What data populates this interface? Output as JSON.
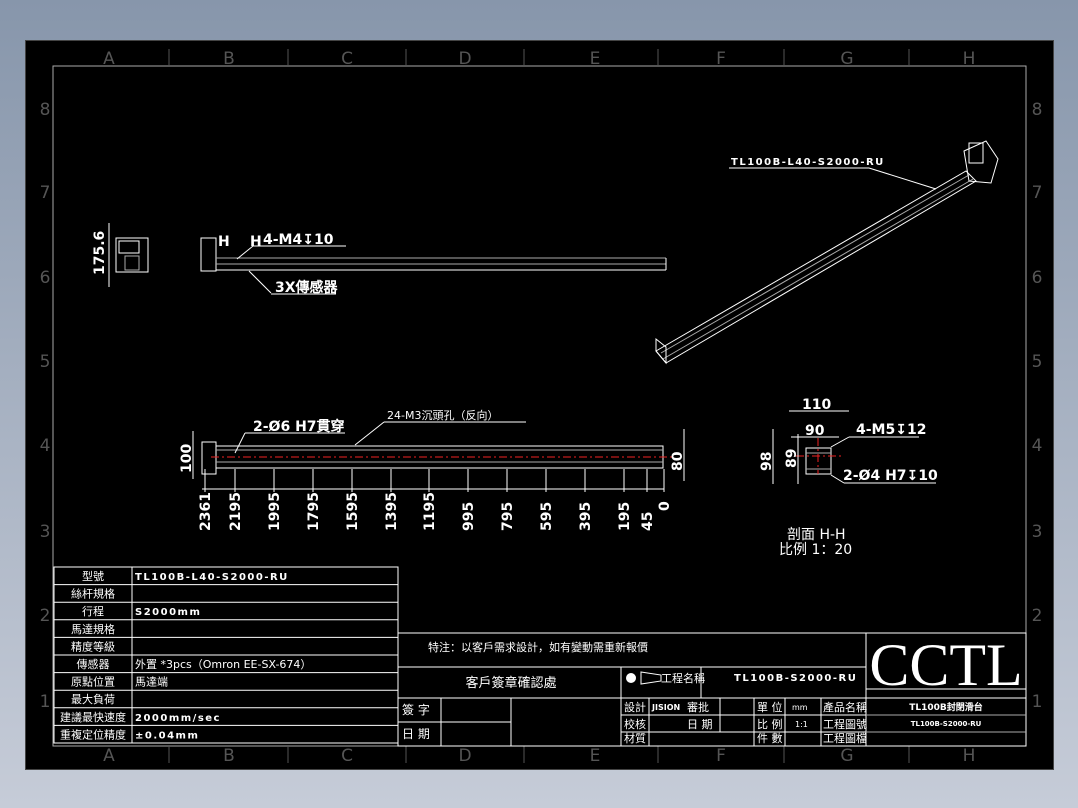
{
  "grid": {
    "columns": [
      "A",
      "B",
      "C",
      "D",
      "E",
      "F",
      "G",
      "H"
    ],
    "rows": [
      "8",
      "7",
      "6",
      "5",
      "4",
      "3",
      "2",
      "1"
    ]
  },
  "iso_view": {
    "label": "TL100B-L40-S2000-RU"
  },
  "top_view": {
    "height_dim": "175.6",
    "section_mark_left": "H",
    "section_mark_right": "H",
    "hole_note": "4-M4↧10",
    "sensor_note": "3X傳感器"
  },
  "front_view": {
    "pin_note": "2-Ø6 H7貫穿",
    "hole_note": "24-M3沉頭孔（反向）",
    "height_left": "100",
    "height_right": "80",
    "positions": [
      "2361",
      "2195",
      "1995",
      "1795",
      "1595",
      "1395",
      "1195",
      "995",
      "795",
      "595",
      "395",
      "195",
      "45",
      "0"
    ]
  },
  "section": {
    "width_outer": "110",
    "width_inner": "90",
    "height_outer": "98",
    "height_inner": "89",
    "hole_note": "4-M5↧12",
    "pin_note": "2-Ø4 H7↧10",
    "title": "剖面 H-H",
    "scale": "比例 1：20"
  },
  "spec_table": [
    {
      "label": "型號",
      "value": "TL100B-L40-S2000-RU"
    },
    {
      "label": "絲杆規格",
      "value": ""
    },
    {
      "label": "行程",
      "value": "S2000mm"
    },
    {
      "label": "馬達規格",
      "value": ""
    },
    {
      "label": "精度等級",
      "value": ""
    },
    {
      "label": "傳感器",
      "value": "外置 *3pcs（Omron EE-SX-674）"
    },
    {
      "label": "原點位置",
      "value": "馬達端"
    },
    {
      "label": "最大負荷",
      "value": ""
    },
    {
      "label": "建議最快速度",
      "value": "2000mm/sec"
    },
    {
      "label": "重複定位精度",
      "value": "±0.04mm"
    }
  ],
  "title_block": {
    "note": "特注：以客戶需求設計，如有變動需重新報價",
    "customer_confirm": "客戶簽章確認處",
    "sign_label": "簽 字",
    "date_label": "日 期",
    "project_name_label": "工程名稱",
    "project_name": "TL100B-S2000-RU",
    "design_label": "設計",
    "designer": "JISION",
    "approve_label": "審批",
    "check_label": "校核",
    "check_date_label": "日 期",
    "material_label": "材質",
    "unit_label": "單 位",
    "unit": "mm",
    "scale_label": "比 例",
    "scale": "1:1",
    "qty_label": "件 數",
    "product_name_label": "產品名稱",
    "product_name": "TL100B封閉滑台",
    "drawing_no_label": "工程圖號",
    "drawing_no": "TL100B-S2000-RU",
    "drawing_file_label": "工程圖檔",
    "logo": "CCTL"
  }
}
